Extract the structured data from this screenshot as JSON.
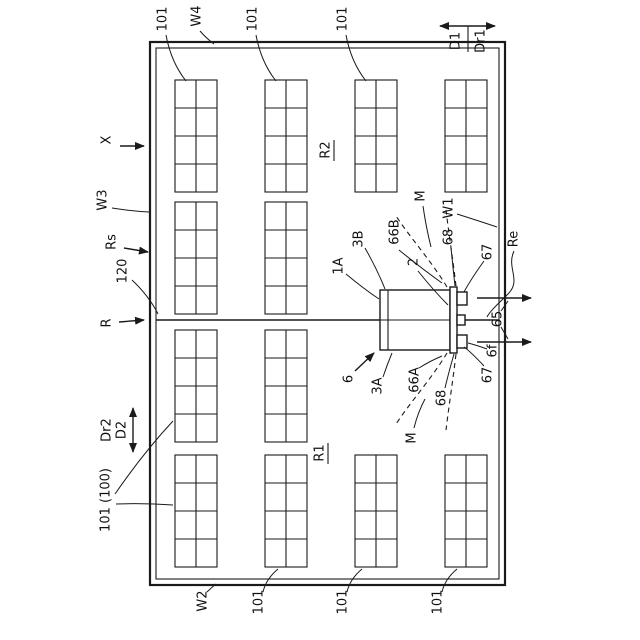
{
  "colors": {
    "ink": "#1a1a1a",
    "paper": "#ffffff"
  },
  "racks": {
    "cell_grid_per_rack": "2x4",
    "bands": [
      {
        "rack_count": 4
      },
      {
        "rack_count": 2
      },
      {
        "rack_count": 2
      },
      {
        "rack_count": 4
      }
    ]
  },
  "labels": {
    "top": {
      "ref101_a": "101",
      "w4": "W4",
      "ref101_b": "101",
      "ref101_c": "101",
      "d1": "D1",
      "dr1": "Dr1"
    },
    "left": {
      "x": "X",
      "w3": "W3",
      "rs": "Rs",
      "rail_ref": "120",
      "r": "R",
      "dr2": "Dr2",
      "d2": "D2",
      "ref101_100": "101 (100)"
    },
    "bottom": {
      "w2": "W2",
      "ref101_a": "101",
      "ref101_b": "101",
      "ref101_c": "101"
    },
    "right": {
      "w1": "W1",
      "re": "Re"
    },
    "regions": {
      "r2": "R2",
      "r1": "R1"
    },
    "vehicle": {
      "n1a": "1A",
      "n3b": "3B",
      "n66b": "66B",
      "m_upper": "M",
      "n68_upper": "68",
      "n2": "2",
      "n67_upper": "67",
      "n6": "6",
      "n3a": "3A",
      "n66a": "66A",
      "n68_lower": "68",
      "m_lower": "M",
      "n67_lower": "67",
      "n6f": "6f",
      "n65": "65"
    }
  }
}
